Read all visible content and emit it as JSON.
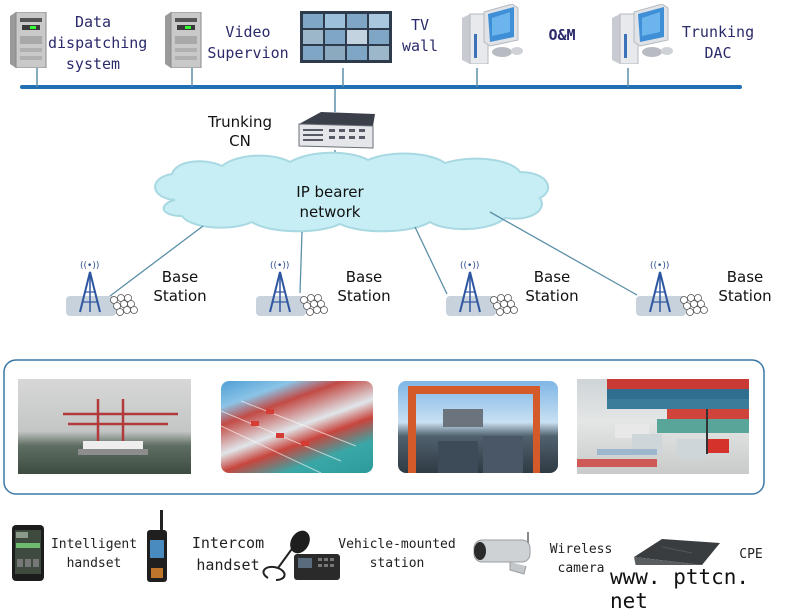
{
  "top_tier": {
    "nodes": [
      {
        "id": "data-dispatching",
        "label_lines": [
          "Data",
          "dispatching",
          "system"
        ],
        "icon": "server-tower-icon"
      },
      {
        "id": "video-supervision",
        "label_lines": [
          "Video",
          "Supervion"
        ],
        "icon": "server-tower-icon"
      },
      {
        "id": "tv-wall",
        "label_lines": [
          "TV",
          "wall"
        ],
        "icon": "video-wall-icon"
      },
      {
        "id": "om",
        "label_lines": [
          "O&M"
        ],
        "icon": "desktop-computer-icon"
      },
      {
        "id": "trunking-dac",
        "label_lines": [
          "Trunking",
          "DAC"
        ],
        "icon": "desktop-computer-icon"
      }
    ]
  },
  "core": {
    "label_lines": [
      "Trunking",
      "CN"
    ],
    "icon": "rack-server-icon"
  },
  "network": {
    "label_lines": [
      "IP bearer",
      "network"
    ],
    "icon": "cloud-icon"
  },
  "base_stations": [
    {
      "label_lines": [
        "Base",
        "Station"
      ],
      "icon": "cell-tower-icon"
    },
    {
      "label_lines": [
        "Base",
        "Station"
      ],
      "icon": "cell-tower-icon"
    },
    {
      "label_lines": [
        "Base",
        "Station"
      ],
      "icon": "cell-tower-icon"
    },
    {
      "label_lines": [
        "Base",
        "Station"
      ],
      "icon": "cell-tower-icon"
    }
  ],
  "scenarios": [
    {
      "name": "port-crane-ship-photo"
    },
    {
      "name": "container-terminal-aerial-photo"
    },
    {
      "name": "gantry-crane-photo"
    },
    {
      "name": "container-yard-forklift-photo"
    }
  ],
  "terminals": [
    {
      "label_lines": [
        "Intelligent",
        "handset"
      ],
      "icon": "smartphone-icon"
    },
    {
      "label_lines": [
        "Intercom",
        "handset"
      ],
      "icon": "walkie-talkie-icon"
    },
    {
      "label_lines": [
        "Vehicle-mounted",
        "station"
      ],
      "icon": "vehicle-radio-icon"
    },
    {
      "label_lines": [
        "Wireless",
        "camera"
      ],
      "icon": "camera-icon"
    },
    {
      "label_lines": [
        "CPE"
      ],
      "icon": "cpe-device-icon"
    }
  ],
  "watermark": "www. pttcn. net",
  "colors": {
    "bus": "#1f6fb5",
    "link": "#5b8fa8",
    "cloud_fill": "#c6eef4",
    "cloud_stroke": "#a8d8e2",
    "panel_border": "#3a78a6",
    "label_text": "#2b2b6b"
  }
}
